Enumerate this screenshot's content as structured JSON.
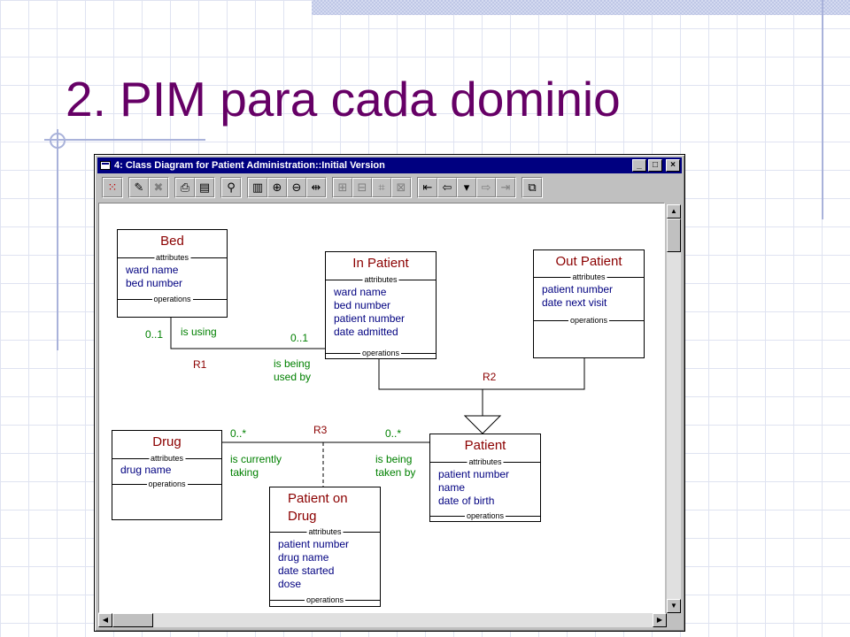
{
  "slide": {
    "title": "2. PIM para cada dominio"
  },
  "window": {
    "title": "4: Class Diagram for Patient Administration::Initial Version",
    "buttons": {
      "minimize": "_",
      "maximize": "□",
      "close": "×"
    }
  },
  "toolbar": {
    "icons": [
      "grid-icon",
      "pencil-icon",
      "delete-icon",
      "print-icon",
      "print-preview-icon",
      "find-icon",
      "page-icon",
      "zoom-in-icon",
      "zoom-out-icon",
      "fit-icon",
      "align-icon",
      "spacing-icon",
      "layout-icon",
      "resize-icon",
      "first-icon",
      "back-icon",
      "history-dropdown-icon",
      "forward-icon",
      "last-icon",
      "window-icon"
    ]
  },
  "diagram": {
    "classes": {
      "bed": {
        "name": "Bed",
        "attributes_label": "attributes",
        "operations_label": "operations",
        "attributes": [
          "ward name",
          "bed number"
        ]
      },
      "in_patient": {
        "name": "In Patient",
        "attributes_label": "attributes",
        "operations_label": "operations",
        "attributes": [
          "ward name",
          "bed number",
          "patient number",
          "date admitted"
        ]
      },
      "out_patient": {
        "name": "Out Patient",
        "attributes_label": "attributes",
        "operations_label": "operations",
        "attributes": [
          "patient number",
          "date next visit"
        ]
      },
      "drug": {
        "name": "Drug",
        "attributes_label": "attributes",
        "operations_label": "operations",
        "attributes": [
          "drug name"
        ]
      },
      "patient": {
        "name": "Patient",
        "attributes_label": "attributes",
        "operations_label": "operations",
        "attributes": [
          "patient number",
          "name",
          "date of birth"
        ]
      },
      "patient_on_drug": {
        "name_line1": "Patient on",
        "name_line2": "Drug",
        "attributes_label": "attributes",
        "operations_label": "operations",
        "attributes": [
          "patient number",
          "drug name",
          "date started",
          "dose"
        ]
      }
    },
    "relationships": {
      "r1": {
        "id": "R1",
        "mult_a": "0..1",
        "phrase_a": "is using",
        "mult_b": "0..1",
        "phrase_b_line1": "is being",
        "phrase_b_line2": "used by"
      },
      "r2": {
        "id": "R2"
      },
      "r3": {
        "id": "R3",
        "mult_a": "0..*",
        "phrase_a_line1": "is currently",
        "phrase_a_line2": "taking",
        "mult_b": "0..*",
        "phrase_b_line1": "is being",
        "phrase_b_line2": "taken by"
      }
    }
  }
}
